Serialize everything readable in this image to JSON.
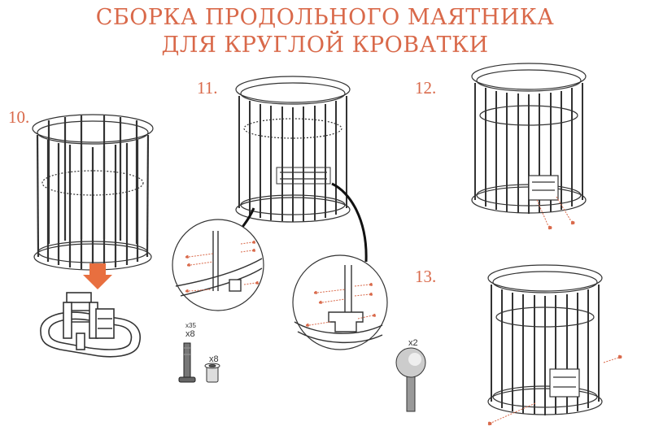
{
  "title": {
    "line1": "СБОРКА ПРОДОЛЬНОГО МАЯТНИКА",
    "line2": "ДЛЯ КРУГЛОЙ КРОВАТКИ"
  },
  "steps": [
    {
      "label": "10."
    },
    {
      "label": "11."
    },
    {
      "label": "12."
    },
    {
      "label": "13."
    }
  ],
  "parts": {
    "bolt_qty": "x8",
    "bolt_qty_small": "x35",
    "nut_qty": "x8",
    "knob_qty": "x2"
  },
  "colors": {
    "accent": "#d9694a",
    "line": "#333333"
  }
}
